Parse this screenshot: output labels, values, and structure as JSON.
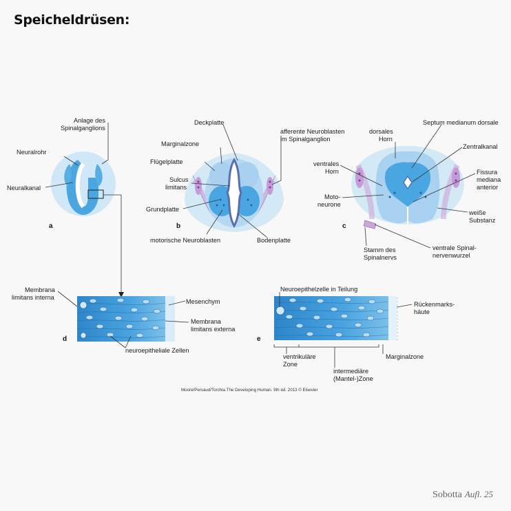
{
  "title": "Speicheldrüsen:",
  "panels": {
    "a": {
      "letter": "a",
      "labels": {
        "anlage_line1": "Anlage des",
        "anlage_line2": "Spinalganglions",
        "neuralrohr": "Neuralrohr",
        "neuralkanal": "Neuralkanal"
      }
    },
    "b": {
      "letter": "b",
      "labels": {
        "deckplatte": "Deckplatte",
        "afferente_line1": "afferente Neuroblasten",
        "afferente_line2": "im Spinalganglion",
        "marginalzone": "Marginalzone",
        "fluegelplatte": "Flügelplatte",
        "sulcus_line1": "Sulcus",
        "sulcus_line2": "limitans",
        "grundplatte": "Grundplatte",
        "motorische": "motorische Neuroblasten",
        "bodenplatte": "Bodenplatte"
      }
    },
    "c": {
      "letter": "c",
      "labels": {
        "dorsales_line1": "dorsales",
        "dorsales_line2": "Horn",
        "septum": "Septum medianum dorsale",
        "zentralkanal": "Zentralkanal",
        "ventrales_line1": "ventrales",
        "ventrales_line2": "Horn",
        "fissura_line1": "Fissura",
        "fissura_line2": "mediana",
        "fissura_line3": "anterior",
        "moto_line1": "Moto-",
        "moto_line2": "neurone",
        "weisse_line1": "weiße",
        "weisse_line2": "Substanz",
        "stamm_line1": "Stamm des",
        "stamm_line2": "Spinalnervs",
        "ventrale_line1": "ventrale Spinal-",
        "ventrale_line2": "nervenwurzel"
      }
    },
    "d": {
      "letter": "d",
      "labels": {
        "membrana_int_line1": "Membrana",
        "membrana_int_line2": "limitans interna",
        "mesenchym": "Mesenchym",
        "membrana_ext_line1": "Membrana",
        "membrana_ext_line2": "limitans externa",
        "neuroepitheliale": "neuroepitheliale Zellen"
      }
    },
    "e": {
      "letter": "e",
      "labels": {
        "neuroepithelzelle": "Neuroepithelzelle in Teilung",
        "rueckenmarks_line1": "Rückenmarks-",
        "rueckenmarks_line2": "häute",
        "ventrikulaere_line1": "ventrikuläre",
        "ventrikulaere_line2": "Zone",
        "intermediaere_line1": "intermediäre",
        "intermediaere_line2": "(Mantel-)Zone",
        "marginalzone": "Marginalzone"
      }
    }
  },
  "credit": "Moore/Persaud/Torchia.The Developing Human. 9th ed. 2013 © Elsevier",
  "footer": {
    "brand": "Sobotta",
    "edition": "Aufl. 25"
  },
  "colors": {
    "light_blue": "#bfe0f3",
    "mid_blue": "#6cb6e4",
    "dark_blue": "#2f8fd4",
    "purple": "#c7a9d6"
  }
}
